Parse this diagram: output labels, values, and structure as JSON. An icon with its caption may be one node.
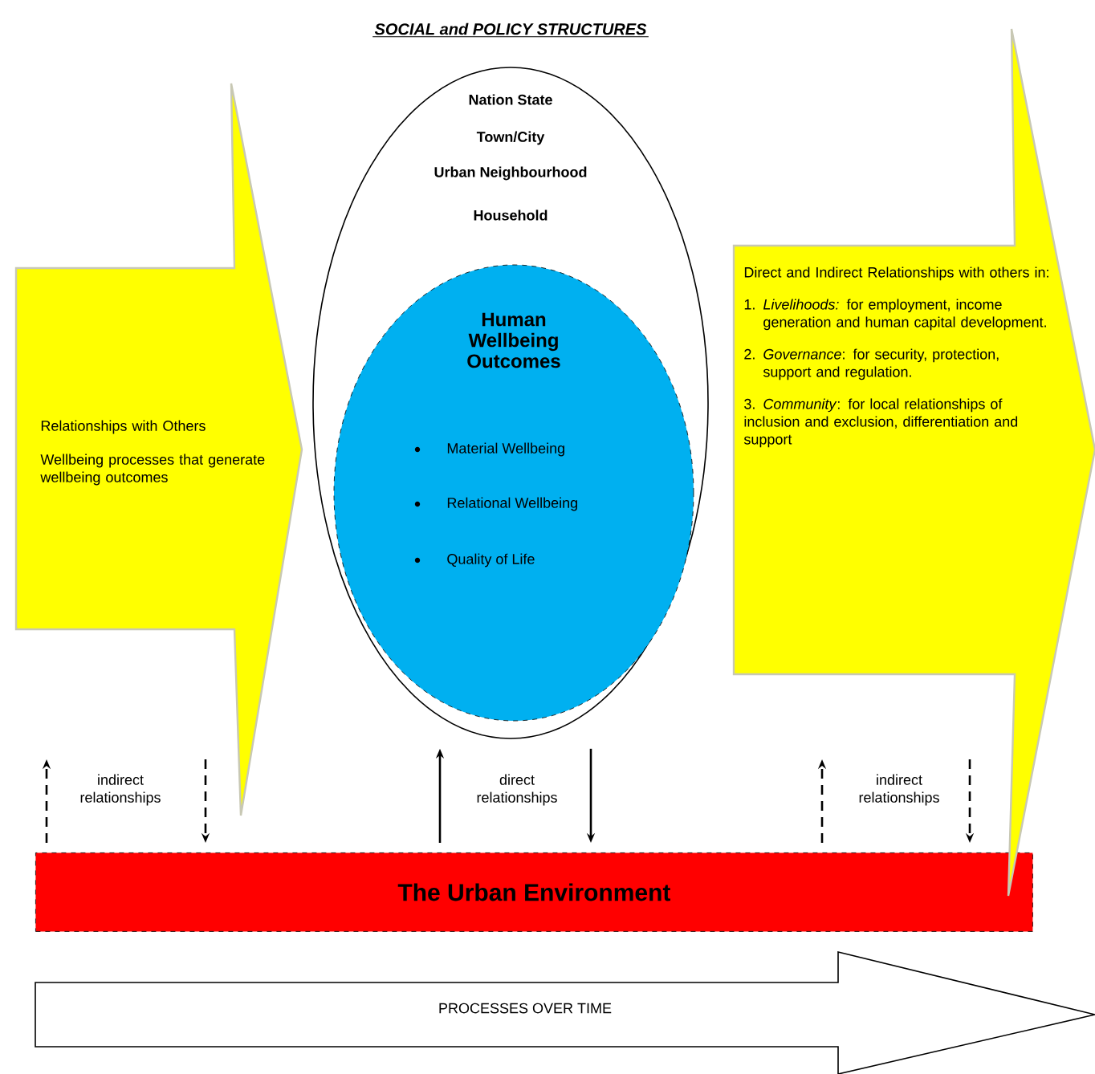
{
  "diagram": {
    "nodes": [
      {
        "text": [
          "Relationships with Others",
          "Wellbeing processes that generate wellbeing outcomes"
        ]
      },
      {
        "text": [
          "SOCIAL and POLICY STRUCTURES",
          "Nation State",
          "Town/City",
          "Urban Neighbourhood",
          "Household"
        ]
      },
      {
        "text": [
          "Human Wellbeing Outcomes",
          "Material Wellbeing",
          "Relational Wellbeing",
          "Quality of Life"
        ],
        "in": 1
      },
      {
        "text": [
          "Direct and Indirect Relationships with others in:",
          "1. *Livelihoods:* for employment, income generation and human capital development.",
          "2. *Governance*: for security, protection, support and regulation.",
          "3. *Community*: for local relationships of inclusion and exclusion, differentiation and support"
        ]
      },
      {
        "text": [
          "The Urban Environment"
        ]
      },
      {
        "text": [
          "PROCESSES OVER TIME"
        ]
      }
    ],
    "edges": [
      {
        "from": 4,
        "to": null,
        "arrow": "to",
        "style": "dashed"
      },
      {
        "from": null,
        "to": 4,
        "arrow": "to",
        "style": "dashed"
      },
      {
        "from": 4,
        "to": 1,
        "arrow": "to"
      },
      {
        "from": 1,
        "to": 4,
        "arrow": "to"
      },
      {
        "from": 4,
        "to": null,
        "arrow": "to",
        "style": "dashed"
      },
      {
        "from": null,
        "to": 4,
        "arrow": "to",
        "style": "dashed"
      }
    ],
    "labels": [
      "indirect relationships",
      "direct relationships",
      "indirect relationships"
    ]
  }
}
